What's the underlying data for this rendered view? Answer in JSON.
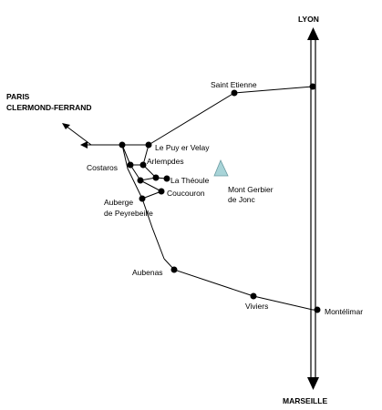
{
  "destinations": {
    "north": "LYON",
    "south": "MARSEILLE",
    "west_line1": "PARIS",
    "west_line2": "CLERMOND-FERRAND"
  },
  "places": {
    "saint_etienne": "Saint Etienne",
    "le_puy": "Le Puy er Velay",
    "costaros": "Costaros",
    "arlempdes": "Arlempdes",
    "la_theoule": "La Théoule",
    "coucouron": "Coucouron",
    "auberge_line1": "Auberge",
    "auberge_line2": "de Peyrebeille",
    "aubenas": "Aubenas",
    "viviers": "Viviers",
    "montelimar": "Montélimar"
  },
  "landmark": {
    "name_line1": "Mont Gerbier",
    "name_line2": "de Jonc",
    "color": "#a8d4d8"
  }
}
